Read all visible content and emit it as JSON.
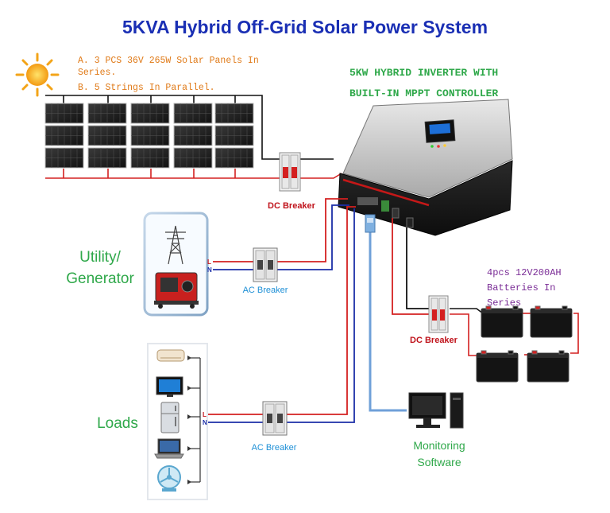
{
  "title": "5KVA Hybrid Off-Grid Solar Power System",
  "panel_note": {
    "line_a1": "A. 3 PCS 36V 265W Solar Panels In",
    "line_a2": "Series.",
    "line_b": "B. 5 Strings In Parallel."
  },
  "inverter": {
    "line1": "5KW HYBRID INVERTER WITH",
    "line2": "BUILT-IN MPPT CONTROLLER"
  },
  "breakers": {
    "dc_top": "DC Breaker",
    "ac_utility": "AC Breaker",
    "dc_battery": "DC Breaker",
    "ac_loads": "AC Breaker"
  },
  "utility": {
    "line1": "Utility/",
    "line2": "Generator"
  },
  "terminal": {
    "live": "L",
    "neutral": "N"
  },
  "batteries": {
    "line1": "4pcs 12V200AH",
    "line2": "Batteries In",
    "line3": "Series"
  },
  "loads": {
    "label": "Loads"
  },
  "monitoring": {
    "line1": "Monitoring",
    "line2": "Software"
  },
  "colors": {
    "title": "#1a2fb4",
    "note_orange": "#e07a18",
    "inverter_green": "#2fa84a",
    "dc_label_red": "#c0141c",
    "ac_label_blue": "#1d8fd6",
    "utility_green": "#2fa84a",
    "battery_purple": "#7a2c96",
    "wire_red": "#d42020",
    "wire_blue": "#1c2fa8",
    "wire_light_blue": "#6fa0d8"
  },
  "icons": [
    "sun-icon",
    "solar-panel-icon",
    "transmission-tower-icon",
    "generator-icon",
    "air-conditioner-icon",
    "tv-icon",
    "refrigerator-icon",
    "laptop-icon",
    "fan-icon",
    "computer-icon",
    "battery-icon",
    "breaker-icon",
    "inverter-icon"
  ]
}
